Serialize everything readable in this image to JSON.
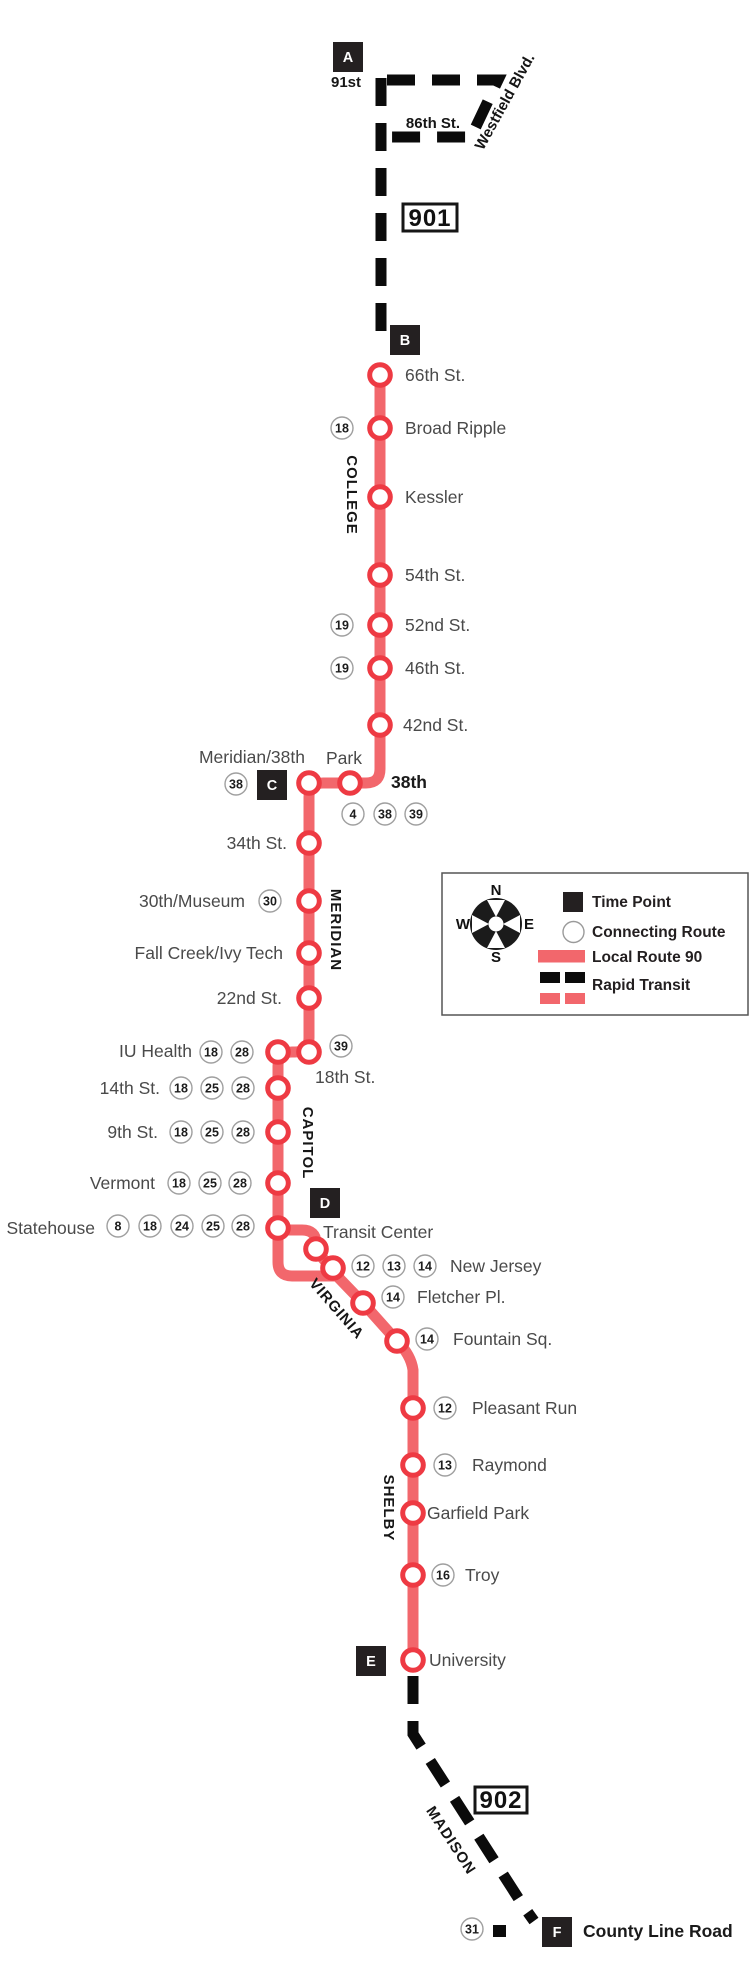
{
  "route_boxes": {
    "north": "901",
    "south": "902"
  },
  "time_points": {
    "a": "A",
    "b": "B",
    "c": "C",
    "d": "D",
    "e": "E",
    "f": "F"
  },
  "streets": {
    "st91": "91st",
    "st86": "86th St.",
    "westfield": "Westfield Blvd.",
    "college": "COLLEGE",
    "st38": "38th",
    "meridian": "MERIDIAN",
    "capitol": "CAPITOL",
    "virginia": "VIRGINIA",
    "shelby": "SHELBY",
    "madison": "MADISON",
    "county_line": "County Line Road"
  },
  "junction_38th": {
    "routes": [
      "4",
      "38",
      "39"
    ]
  },
  "county_connector": {
    "route": "31"
  },
  "stops": [
    {
      "name": "66th St.",
      "routes": []
    },
    {
      "name": "Broad Ripple",
      "routes": [
        "18"
      ]
    },
    {
      "name": "Kessler",
      "routes": []
    },
    {
      "name": "54th St.",
      "routes": []
    },
    {
      "name": "52nd St.",
      "routes": [
        "19"
      ]
    },
    {
      "name": "46th St.",
      "routes": [
        "19"
      ]
    },
    {
      "name": "42nd St.",
      "routes": []
    },
    {
      "name": "Meridian/38th",
      "routes": [
        "38"
      ]
    },
    {
      "name": "Park",
      "routes": []
    },
    {
      "name": "34th St.",
      "routes": []
    },
    {
      "name": "30th/Museum",
      "routes": [
        "30"
      ]
    },
    {
      "name": "Fall Creek/Ivy Tech",
      "routes": []
    },
    {
      "name": "22nd St.",
      "routes": []
    },
    {
      "name": "IU Health",
      "routes": [
        "18",
        "28"
      ]
    },
    {
      "name": "18th St.",
      "routes": [
        "39"
      ]
    },
    {
      "name": "14th St.",
      "routes": [
        "18",
        "25",
        "28"
      ]
    },
    {
      "name": "9th St.",
      "routes": [
        "18",
        "25",
        "28"
      ]
    },
    {
      "name": "Vermont",
      "routes": [
        "18",
        "25",
        "28"
      ]
    },
    {
      "name": "Statehouse",
      "routes": [
        "8",
        "18",
        "24",
        "25",
        "28"
      ]
    },
    {
      "name": "Transit Center",
      "routes": []
    },
    {
      "name": "New Jersey",
      "routes": [
        "12",
        "13",
        "14"
      ]
    },
    {
      "name": "Fletcher Pl.",
      "routes": [
        "14"
      ]
    },
    {
      "name": "Fountain Sq.",
      "routes": [
        "14"
      ]
    },
    {
      "name": "Pleasant Run",
      "routes": [
        "12"
      ]
    },
    {
      "name": "Raymond",
      "routes": [
        "13"
      ]
    },
    {
      "name": "Garfield Park",
      "routes": []
    },
    {
      "name": "Troy",
      "routes": [
        "16"
      ]
    },
    {
      "name": "University",
      "routes": []
    }
  ],
  "legend": {
    "time_point": "Time Point",
    "connecting_route": "Connecting Route",
    "local_route": "Local Route 90",
    "rapid_transit": "Rapid Transit"
  },
  "compass": {
    "n": "N",
    "w": "W",
    "e": "E",
    "s": "S"
  },
  "colors": {
    "route_red": "#f2676c",
    "ring_red": "#ee3a43",
    "black": "#0b0b0b"
  }
}
